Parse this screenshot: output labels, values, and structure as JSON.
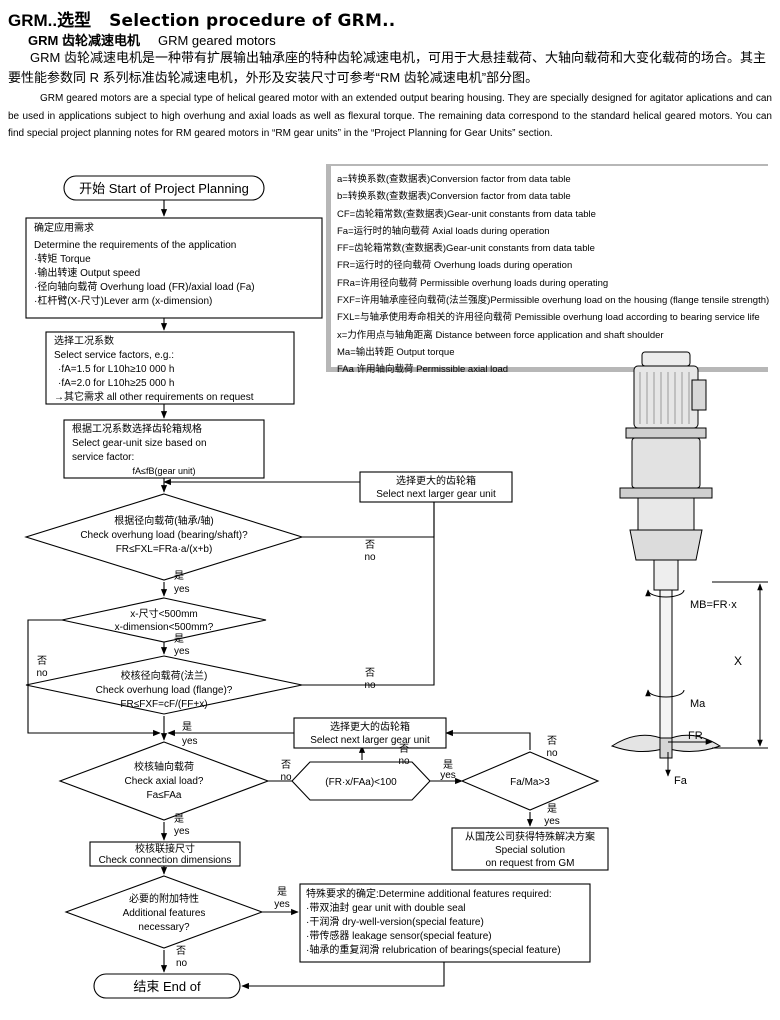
{
  "header": {
    "title_cn": "GRM..选型",
    "title_en": "Selection procedure of GRM..",
    "subtitle_cn": "GRM 齿轮减速电机",
    "subtitle_en": "GRM geared motors"
  },
  "intro": {
    "cn": "GRM 齿轮减速电机是一种带有扩展输出轴承座的特种齿轮减速电机，可用于大悬挂载荷、大轴向载荷和大变化载荷的场合。其主要性能参数同 R 系列标准齿轮减速电机，外形及安装尺寸可参考“RM 齿轮减速电机”部分图。",
    "en": "GRM geared motors are a special type of helical geared motor with an extended output bearing housing. They are specially designed for agitator aplications and can be used in applications subject to high overhung and axial loads as well as flexural torque. The remaining data correspond to the standard helical geared motors. You can find special project planning notes for RM geared motors in “RM gear units” in the “Project Planning for Gear Units” section."
  },
  "legend": [
    "a=转换系数(查数据表)Conversion factor from data table",
    "b=转换系数(查数据表)Conversion factor from data table",
    "CF=齿轮箱常数(查数据表)Gear-unit constants from data table",
    "Fa=运行时的轴向载荷 Axial loads during operation",
    "FF=齿轮箱常数(查数据表)Gear-unit constants from data table",
    "FR=运行时的径向载荷 Overhung loads during operation",
    "FRa=许用径向载荷 Permissible overhung loads during operating",
    "FXF=许用轴承座径向载荷(法兰强度)Permissible overhung load on the housing (flange tensile strength)",
    "FXL=与轴承使用寿命相关的许用径向载荷 Pemissible overhung load according to bearing service life",
    "x=力作用点与轴角距离 Distance between force application and shaft shoulder",
    "Ma=输出转距 Output torque",
    "FAa 许用轴向载荷 Permissible axial load"
  ],
  "flow": {
    "start": "开始 Start of Project Planning",
    "box1": [
      "确定应用需求",
      "Determine the requirements of the application",
      "·转矩 Torque",
      "·输出转速 Output speed",
      "·径向轴向载荷 Overhung load (FR)/axial load (Fa)",
      "·杠杆臂(X-尺寸)Lever arm (x-dimension)"
    ],
    "box2": [
      "选择工况系数",
      "Select service factors, e.g.:",
      "·fA=1.5 for L10h≥10 000 h",
      "·fA=2.0 for L10h≥25 000 h",
      "→其它需求 all other requirements on request"
    ],
    "box3": [
      "根据工况系数选择齿轮箱规格",
      "Select gear-unit size based on",
      "service factor:",
      "fA≤fB(gear unit)"
    ],
    "larger1": [
      "选择更大的齿轮箱",
      "Select next larger gear unit"
    ],
    "d1": [
      "根据径向载荷(轴承/轴)",
      "Check overhung load (bearing/shaft)?",
      "FR≤FXL=FRa·a/(x+b)"
    ],
    "d2": [
      "x-尺寸<500mm",
      "x-dimension<500mm?"
    ],
    "d3": [
      "校核径向载荷(法兰)",
      "Check overhung load (flange)?",
      "FR≤FXF=cF/(FF+x)"
    ],
    "larger2": [
      "选择更大的齿轮箱",
      "Select next larger gear unit"
    ],
    "d4": [
      "校核轴向载荷",
      "Check axial load?",
      "Fa≤FAa"
    ],
    "d5": "(FR·x/FAa)<100",
    "d6": "Fa/Ma>3",
    "special": [
      "从国茂公司获得特殊解决方案",
      "Special solution",
      "on request from GM"
    ],
    "box4": [
      "校核联接尺寸",
      "Check connection dimensions"
    ],
    "d7": [
      "必要的附加特性",
      "Additional features",
      "necessary?"
    ],
    "features": [
      "特殊要求的确定:Determine additional features required:",
      "·带双油封 gear unit with double seal",
      "·干润滑 dry-well-version(special feature)",
      "·带传感器 leakage sensor(special feature)",
      "·轴承的重复润滑 relubrication of bearings(special feature)"
    ],
    "end": "结束 End of",
    "yes_cn": "是",
    "yes": "yes",
    "no_cn": "否",
    "no": "no"
  },
  "figure": {
    "mb_label": "MB=FR·x",
    "x_label": "X",
    "ma_label": "Ma",
    "fr_label": "FR",
    "fa_label": "Fa"
  }
}
